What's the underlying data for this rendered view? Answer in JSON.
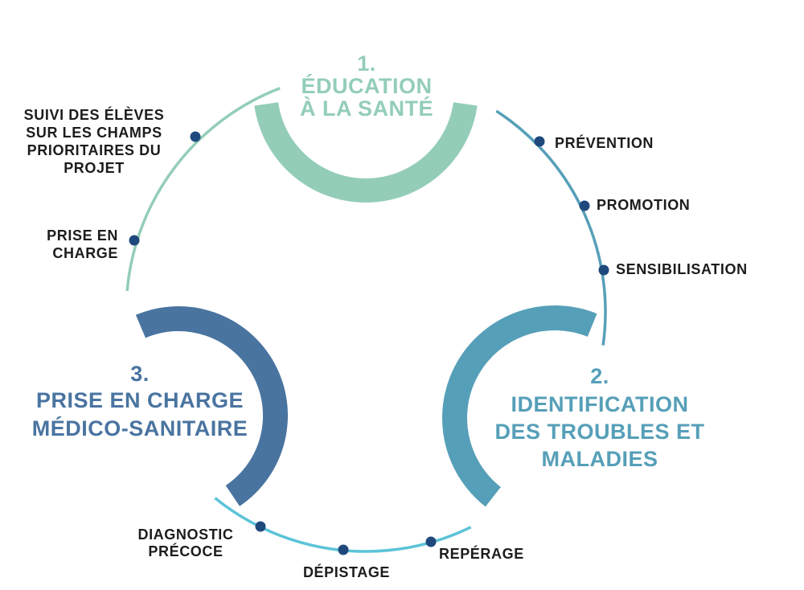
{
  "colors": {
    "education": "#93cdb8",
    "identification": "#569fb8",
    "prise_en_charge": "#4a74a0",
    "cycle_bottom": "#5bc3d8",
    "dot": "#1f497d",
    "label": "#1c1c1c"
  },
  "stages": [
    {
      "number": "1.",
      "lines": [
        "ÉDUCATION",
        "À LA SANTÉ"
      ]
    },
    {
      "number": "2.",
      "lines": [
        "IDENTIFICATION",
        "DES TROUBLES ET",
        "MALADIES"
      ]
    },
    {
      "number": "3.",
      "lines": [
        "PRISE EN CHARGE",
        "MÉDICO-SANITAIRE"
      ]
    }
  ],
  "steps": {
    "prevention": "PRÉVENTION",
    "promotion": "PROMOTION",
    "sensibilisation": "SENSIBILISATION",
    "reperage": "REPÉRAGE",
    "depistage": "DÉPISTAGE",
    "diagnostic": [
      "DIAGNOSTIC",
      "PRÉCOCE"
    ],
    "prise_en_charge": [
      "PRISE EN",
      "CHARGE"
    ],
    "suivi": [
      "SUIVI DES ÉLÈVES",
      "SUR LES CHAMPS",
      "PRIORITAIRES DU",
      "PROJET"
    ]
  }
}
